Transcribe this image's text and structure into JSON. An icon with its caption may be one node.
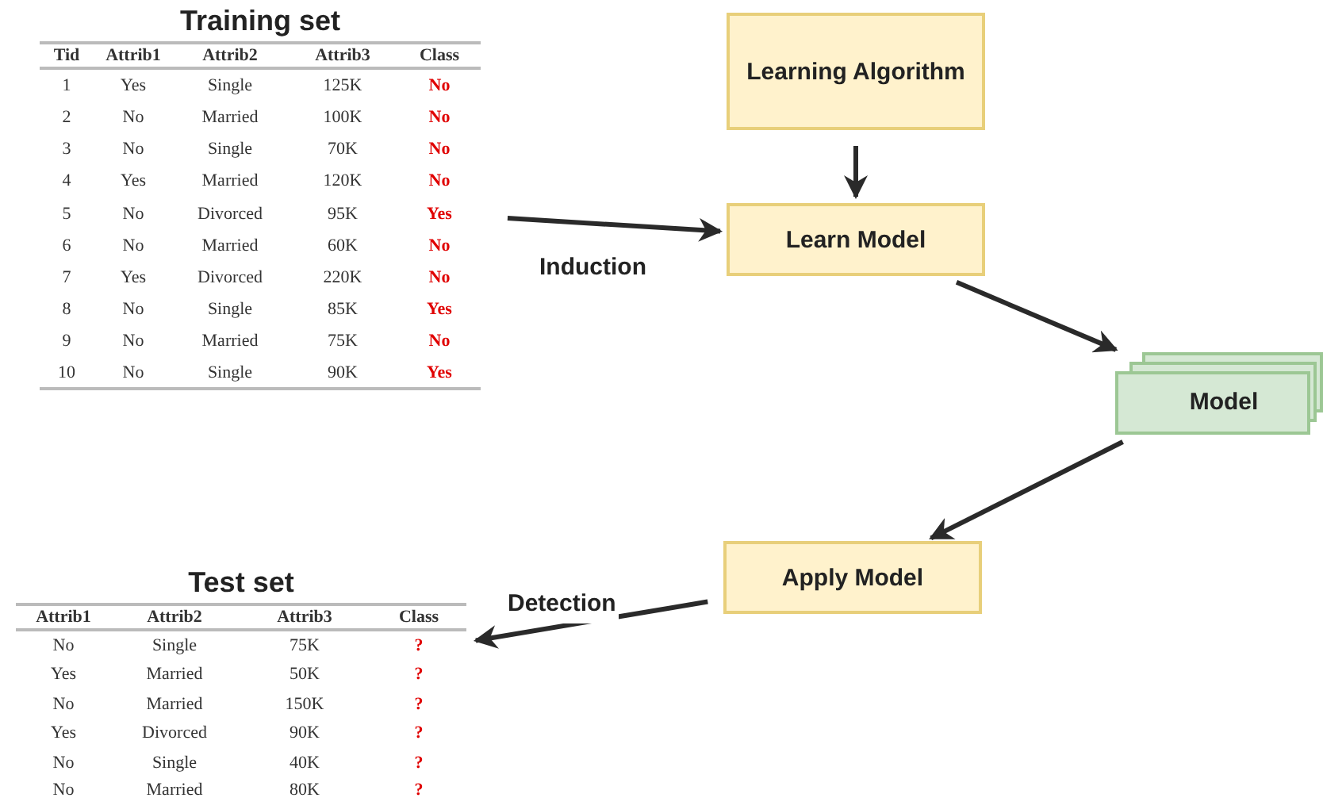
{
  "diagram": {
    "nodes": [
      {
        "text": [
          "Training set"
        ]
      },
      {
        "text": [
          "Learning Algorithm"
        ]
      },
      {
        "text": [
          "Learn Model"
        ]
      },
      {
        "text": [
          "Model"
        ]
      },
      {
        "text": [
          "Apply Model"
        ]
      },
      {
        "text": [
          "Test set"
        ]
      }
    ],
    "edges": [
      {
        "from": 0,
        "to": 2,
        "arrow": "to",
        "label": "Induction"
      },
      {
        "from": 1,
        "to": 2,
        "arrow": "to"
      },
      {
        "from": 2,
        "to": 3,
        "arrow": "to"
      },
      {
        "from": 3,
        "to": 4,
        "arrow": "to"
      },
      {
        "from": 4,
        "to": 5,
        "arrow": "to",
        "label": "Detection"
      }
    ],
    "labels": [
      "Tid",
      "Attrib1",
      "Attrib2",
      "Attrib3",
      "Class",
      "1",
      "Yes",
      "Single",
      "125K",
      "No",
      "2",
      "No",
      "Married",
      "100K",
      "No",
      "3",
      "No",
      "Single",
      "70K",
      "No",
      "4",
      "Yes",
      "Married",
      "120K",
      "No",
      "5",
      "No",
      "Divorced",
      "95K",
      "Yes",
      "6",
      "No",
      "Married",
      "60K",
      "No",
      "7",
      "Yes",
      "Divorced",
      "220K",
      "No",
      "8",
      "No",
      "Single",
      "85K",
      "Yes",
      "9",
      "No",
      "Married",
      "75K",
      "No",
      "10",
      "No",
      "Single",
      "90K",
      "Yes",
      "Attrib1",
      "Attrib2",
      "Attrib3",
      "Class",
      "No",
      "Single",
      "75K",
      "?",
      "Yes",
      "Married",
      "50K",
      "?",
      "No",
      "Married",
      "150K",
      "?",
      "Yes",
      "Divorced",
      "90K",
      "?",
      "No",
      "Single",
      "40K",
      "?",
      "No",
      "Married",
      "80K",
      "?"
    ]
  }
}
